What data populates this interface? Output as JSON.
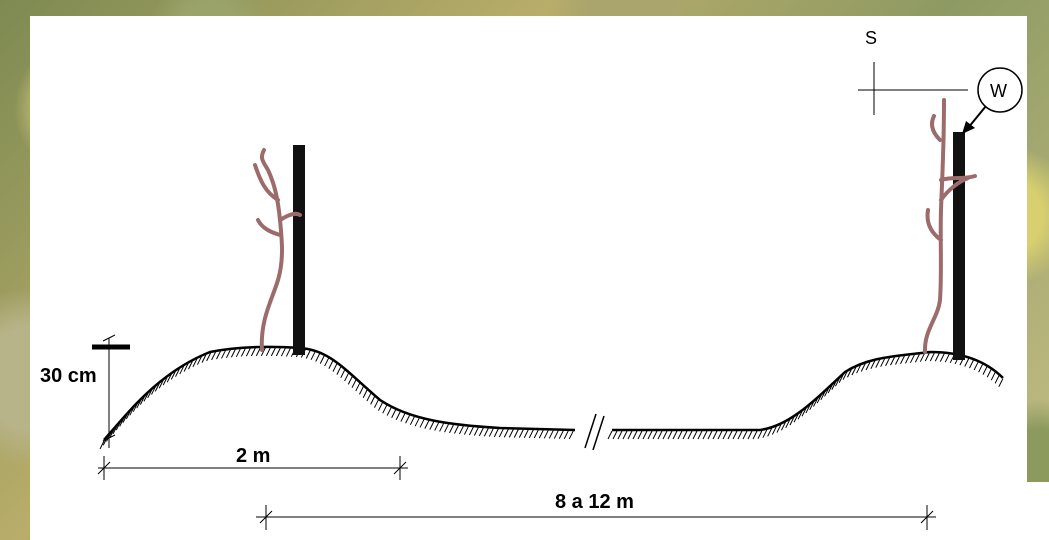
{
  "labels": {
    "height": "30 cm",
    "mound_width": "2 m",
    "row_spacing": "8 a 12 m",
    "compass_s": "S",
    "compass_w": "W"
  },
  "colors": {
    "vine": "#9c6b6b",
    "post": "#111111",
    "ground": "#000000"
  }
}
